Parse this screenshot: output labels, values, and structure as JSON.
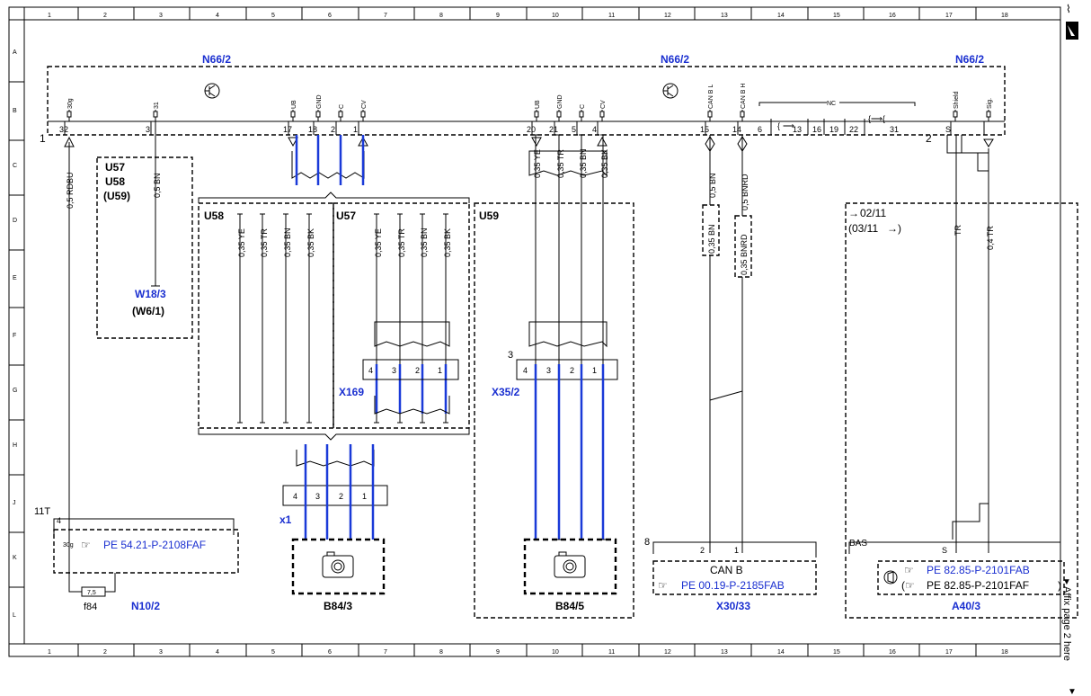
{
  "grid": {
    "columns": [
      "1",
      "2",
      "3",
      "4",
      "5",
      "6",
      "7",
      "8",
      "9",
      "10",
      "11",
      "12",
      "13",
      "14",
      "15",
      "16",
      "17",
      "18"
    ],
    "rows": [
      "A",
      "B",
      "C",
      "D",
      "E",
      "F",
      "G",
      "H",
      "J",
      "K",
      "L"
    ]
  },
  "module": {
    "label_left": "N66/2",
    "label_mid": "N66/2",
    "label_right": "N66/2",
    "connector_left": "1",
    "connector_right": "2",
    "pins": {
      "p30g": {
        "name": "30g",
        "num": "32"
      },
      "p31": {
        "name": "31",
        "num": "3"
      },
      "p17": {
        "name": "UB",
        "num": "17"
      },
      "p18": {
        "name": "GND",
        "num": "18"
      },
      "p2": {
        "name": "C",
        "num": "2"
      },
      "p1": {
        "name": "CV",
        "num": "1"
      },
      "p20": {
        "name": "UB",
        "num": "20"
      },
      "p21": {
        "name": "GND",
        "num": "21"
      },
      "p5": {
        "name": "C",
        "num": "5"
      },
      "p4": {
        "name": "CV",
        "num": "4"
      },
      "p15": {
        "name": "CAN B L",
        "num": "15"
      },
      "p14": {
        "name": "CAN B H",
        "num": "14"
      },
      "shield": {
        "name": "Shield",
        "num": "S"
      },
      "sig": {
        "name": "Sig.",
        "num": ""
      }
    },
    "nc_label": "NC",
    "nc_pins": [
      "6",
      "13",
      "16",
      "19",
      "22",
      "31"
    ]
  },
  "wires": {
    "w_30g": "0,5 RDBU",
    "w_31": "0,5 BN",
    "u58": [
      "0,35 YE",
      "0,35 TR",
      "0,35 BN",
      "0,35 BK"
    ],
    "u57": [
      "0,35 YE",
      "0,35 TR",
      "0,35 BN",
      "0,35 BK"
    ],
    "u59": [
      "0,35 YE",
      "0,35 TR",
      "0,35 BN",
      "0,35 BK"
    ],
    "can_l": "0,5 BN",
    "can_h": "0,5 BNRD",
    "can_l_inline": "0,35 BN",
    "can_h_inline": "0,35 BNRD",
    "shield_tr": "TR",
    "sig_tr": "0,4 TR"
  },
  "variants": {
    "box_u57_u58_u59": {
      "line1": "U57",
      "line2": "U58",
      "line3": "(U59)"
    },
    "u58": "U58",
    "u57": "U57",
    "u59": "U59",
    "date_line1": "02/11",
    "date_line2": "(03/11"
  },
  "components": {
    "w18": "W18/3",
    "w6": "(W6/1)",
    "x169": "X169",
    "x169_pins": [
      "4",
      "3",
      "2",
      "1"
    ],
    "x35": "X35/2",
    "x35_pins": [
      "4",
      "3",
      "2",
      "1"
    ],
    "x35_num": "3",
    "x1": "x1",
    "x1_pins": [
      "4",
      "3",
      "2",
      "1"
    ],
    "b84_3": "B84/3",
    "b84_5": "B84/5",
    "n10_2": "N10/2",
    "n10_conn": "11T",
    "n10_pin4": "4",
    "n10_pin30g": "30g",
    "n10_ref": "PE 54.21-P-2108FAF",
    "fuse_value": "7,5",
    "fuse_name": "f84",
    "x30_num": "8",
    "x30_pin2": "2",
    "x30_pin1": "1",
    "x30_title": "CAN B",
    "x30_ref": "PE 00.19-P-2185FAB",
    "x30_33": "X30/33",
    "a40_bas": "BAS",
    "a40_s": "S",
    "a40_ref1": "PE 82.85-P-2101FAB",
    "a40_ref2": "PE 82.85-P-2101FAF",
    "a40_3": "A40/3"
  },
  "margin": {
    "affix": "Affix page 2 here"
  }
}
